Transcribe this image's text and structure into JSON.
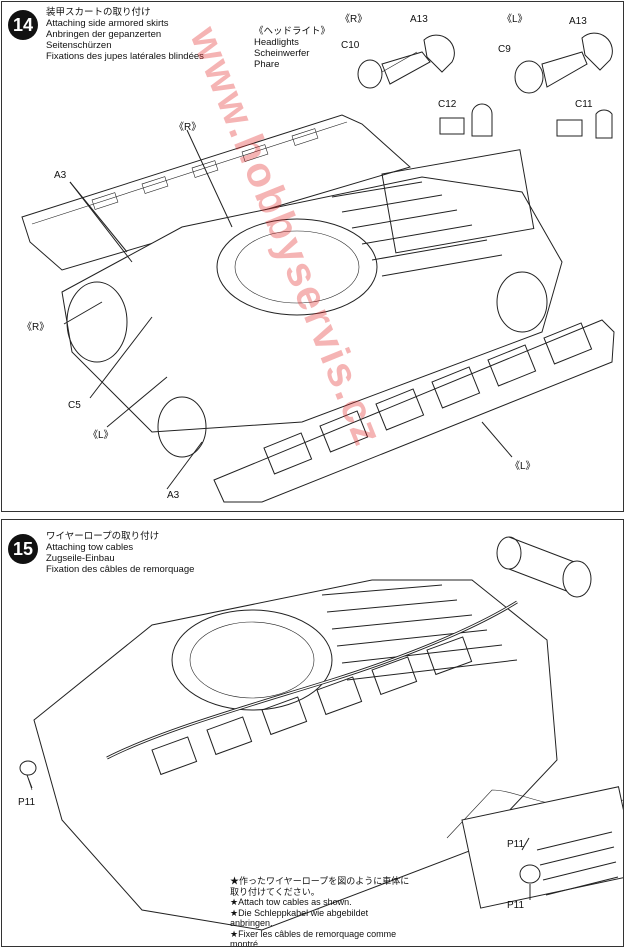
{
  "step14": {
    "number": "14",
    "title_jp": "装甲スカートの取り付け",
    "title_en": "Attaching side armored skirts",
    "title_de": "Anbringen der gepanzerten",
    "title_de2": "Seitenschürzen",
    "title_fr": "Fixations des jupes latérales blindées",
    "headlights": {
      "jp": "《ヘッドライト》",
      "en": "Headlights",
      "de": "Scheinwerfer",
      "fr": "Phare"
    },
    "labels": {
      "r_top": "《R》",
      "l_top": "《L》",
      "a13_r": "A13",
      "a13_l": "A13",
      "c10": "C10",
      "c9": "C9",
      "c12": "C12",
      "c11": "C11",
      "r_skirt": "《R》",
      "a3_top": "A3",
      "r_left": "《R》",
      "c5": "C5",
      "l_left": "《L》",
      "a3_bottom": "A3",
      "l_skirt": "《L》"
    }
  },
  "step15": {
    "number": "15",
    "title_jp": "ワイヤーロープの取り付け",
    "title_en": "Attaching tow cables",
    "title_de": "Zugseile-Einbau",
    "title_fr": "Fixation des câbles de remorquage",
    "labels": {
      "p11_left": "P11",
      "p11_detail_a": "P11",
      "p11_detail_b": "P11"
    },
    "note": {
      "jp1": "★作ったワイヤーロープを図のように車体に",
      "jp2": "取り付けてください。",
      "en": "★Attach tow cables as shown.",
      "de1": "★Die Schleppkabel wie abgebildet",
      "de2": "anbringen.",
      "fr1": "★Fixer les câbles de remorquage comme",
      "fr2": "montré."
    }
  },
  "watermark": "www.hobbyservis.cz"
}
